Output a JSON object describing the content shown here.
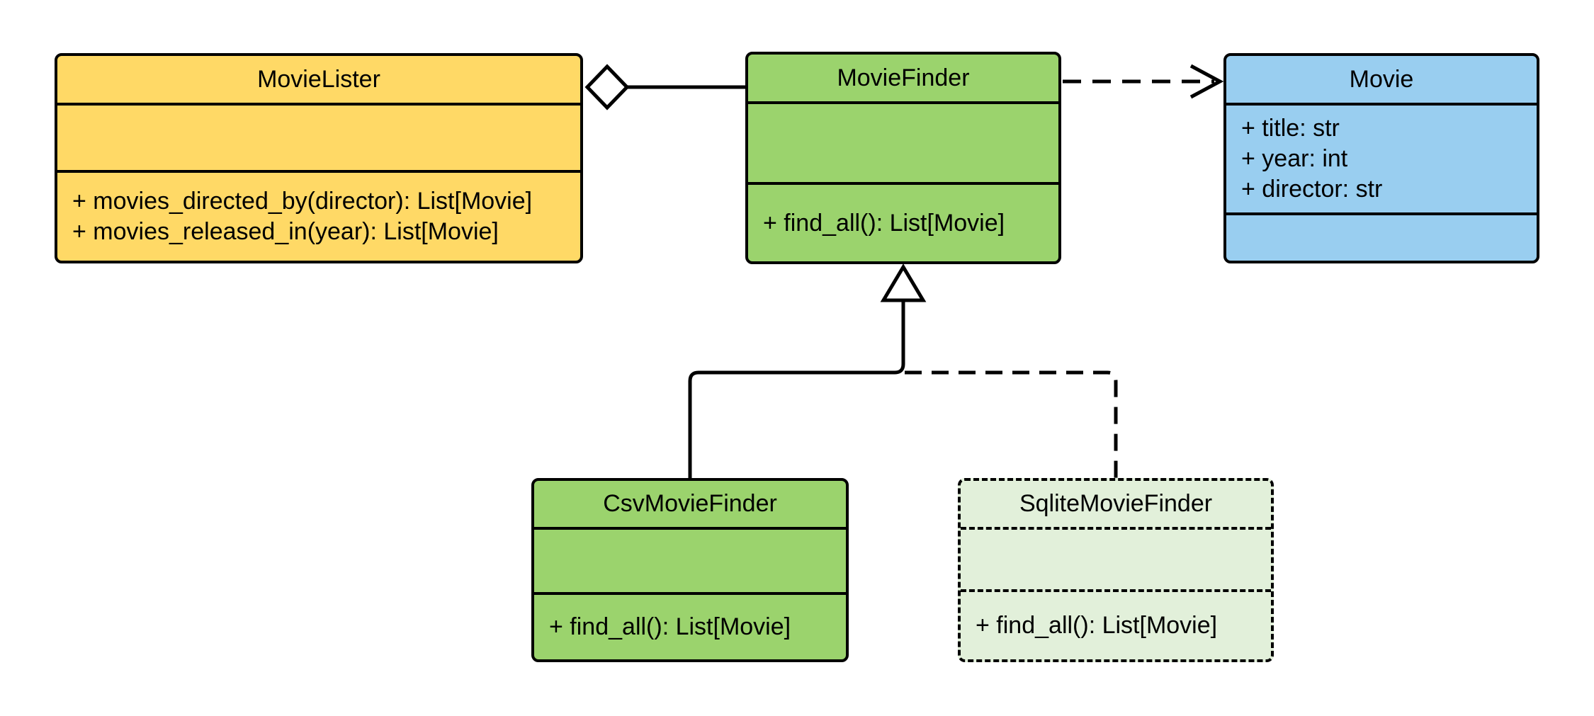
{
  "diagram": {
    "kind": "uml-class-diagram",
    "classes": {
      "movie_lister": {
        "name": "MovieLister",
        "attributes": [],
        "methods": [
          "+ movies_directed_by(director): List[Movie]",
          "+ movies_released_in(year): List[Movie]"
        ],
        "fill": "#FFD966",
        "border_style": "solid"
      },
      "movie_finder": {
        "name": "MovieFinder",
        "attributes": [],
        "methods": [
          "+ find_all(): List[Movie]"
        ],
        "fill": "#9BD36D",
        "border_style": "solid"
      },
      "movie": {
        "name": "Movie",
        "attributes": [
          "+ title: str",
          "+ year: int",
          "+ director: str"
        ],
        "methods": [],
        "fill": "#99CEF0",
        "border_style": "solid"
      },
      "csv_movie_finder": {
        "name": "CsvMovieFinder",
        "attributes": [],
        "methods": [
          "+ find_all(): List[Movie]"
        ],
        "fill": "#9BD36D",
        "border_style": "solid"
      },
      "sqlite_movie_finder": {
        "name": "SqliteMovieFinder",
        "attributes": [],
        "methods": [
          "+ find_all(): List[Movie]"
        ],
        "fill": "#E2F0DA",
        "border_style": "dashed"
      }
    },
    "relationships": [
      {
        "type": "aggregation",
        "from": "MovieLister",
        "to": "MovieFinder",
        "line_style": "solid",
        "marker": "hollow-diamond-at-source"
      },
      {
        "type": "dependency",
        "from": "MovieFinder",
        "to": "Movie",
        "line_style": "dashed",
        "marker": "open-arrow-at-target"
      },
      {
        "type": "inheritance",
        "from": "CsvMovieFinder",
        "to": "MovieFinder",
        "line_style": "solid",
        "marker": "hollow-triangle-at-target"
      },
      {
        "type": "inheritance",
        "from": "SqliteMovieFinder",
        "to": "MovieFinder",
        "line_style": "dashed",
        "marker": "hollow-triangle-at-target"
      }
    ],
    "palette": {
      "yellow": "#FFD966",
      "green": "#9BD36D",
      "blue": "#99CEF0",
      "light_green": "#E2F0DA",
      "line": "#000000",
      "background": "#FFFFFF"
    }
  }
}
